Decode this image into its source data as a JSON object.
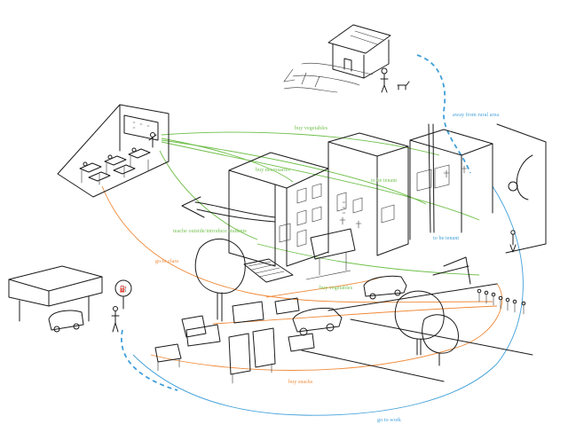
{
  "colors": {
    "ink": "#1a1a1a",
    "green": "#6fbf4a",
    "orange": "#ef8a3a",
    "blue": "#3f9fd9",
    "paper": "#ffffff"
  },
  "labels": {
    "away_from_rural_area": "away from rural area",
    "buy_vegetables": "buy vegetables",
    "buy_necessaries": "buy necessaries",
    "to_be_tenant_1": "to be tenant",
    "to_be_tenant_2": "to be tenant",
    "teacher_outside": "teache outside/introduce students",
    "go_to_class": "go to class",
    "buy_vegetables_2": "buy vegetables",
    "buy_snacks": "buy snacks",
    "go_to_work": "go to work"
  },
  "signs": {
    "gas_station_symbol": "⛽"
  }
}
